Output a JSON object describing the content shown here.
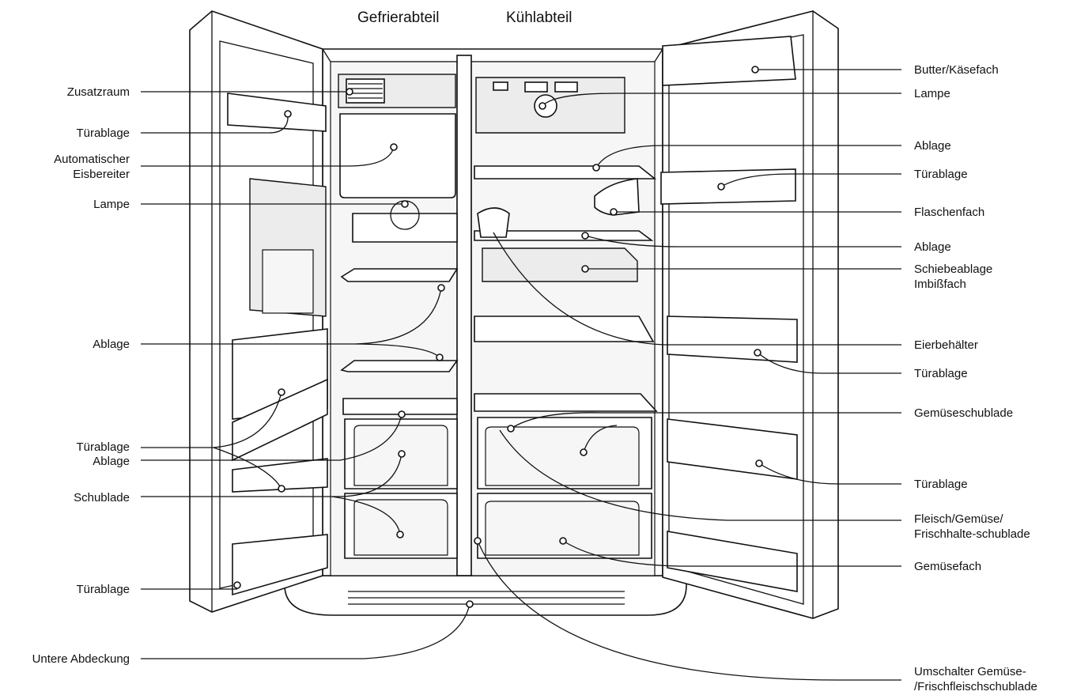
{
  "titles": {
    "freezer": "Gefrierabteil",
    "fridge": "Kühlabteil"
  },
  "labels_left": {
    "zusatzraum": "Zusatzraum",
    "tuerablage_1": "Türablage",
    "eisbereiter_1": "Automatischer",
    "eisbereiter_2": "Eisbereiter",
    "lampe": "Lampe",
    "ablage": "Ablage",
    "tuerablage_2": "Türablage",
    "ablage_2": "Ablage",
    "schublade": "Schublade",
    "tuerablage_3": "Türablage",
    "untere_abdeckung": "Untere Abdeckung"
  },
  "labels_right": {
    "butter": "Butter/Käsefach",
    "lampe": "Lampe",
    "ablage_1": "Ablage",
    "tuerablage_1": "Türablage",
    "flaschenfach": "Flaschenfach",
    "ablage_2": "Ablage",
    "schiebeablage_1": "Schiebeablage",
    "schiebeablage_2": "Imbißfach",
    "eierbehaelter": "Eierbehälter",
    "tuerablage_2": "Türablage",
    "gemueseschublade": "Gemüseschublade",
    "tuerablage_3": "Türablage",
    "fleisch_1": "Fleisch/Gemüse/",
    "fleisch_2": "Frischhalte-schublade",
    "gemuesefach": "Gemüsefach",
    "umschalter_1": "Umschalter Gemüse-",
    "umschalter_2": "/Frischfleischschublade"
  }
}
